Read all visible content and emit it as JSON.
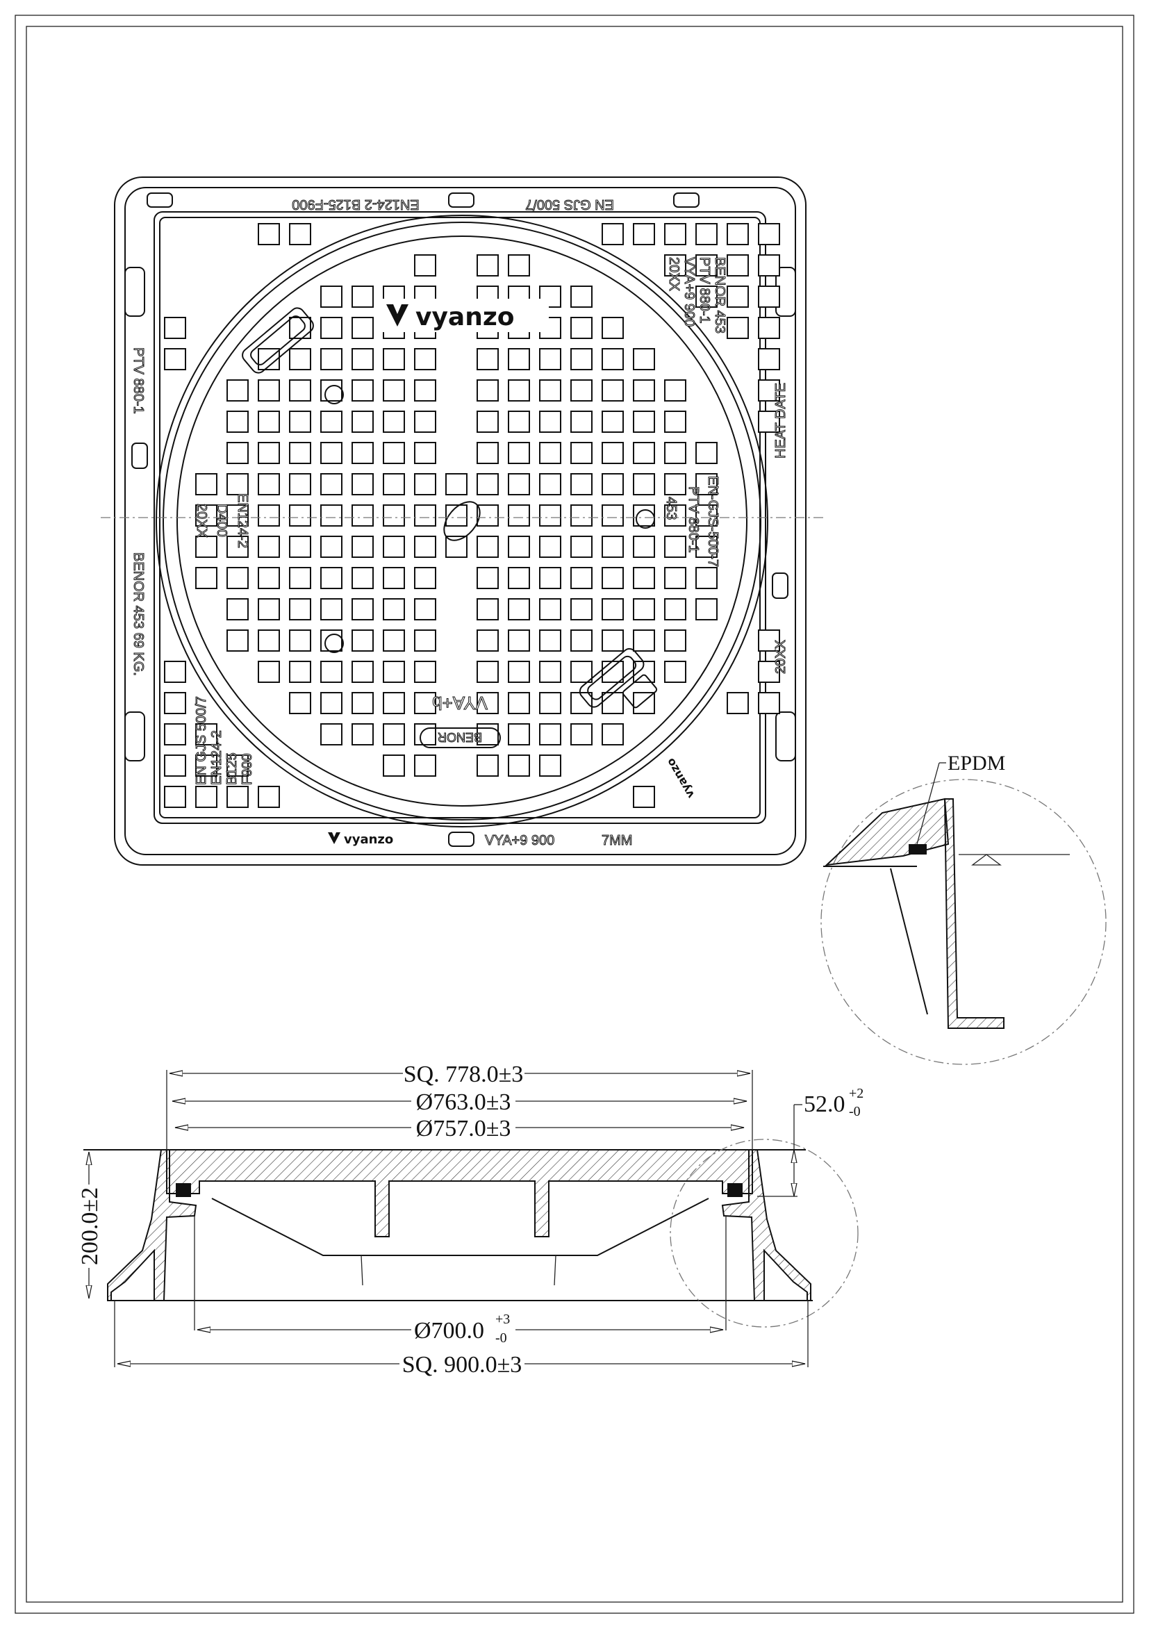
{
  "plan_view": {
    "top_strip": [
      "EN124-2 B125-F900",
      "EN GJS 500/7"
    ],
    "top_right_block": [
      "BENOR  453",
      "PTV  880-1",
      "VYA+9 900",
      "20XX"
    ],
    "left_strip": [
      "PTV 880-1",
      "BENOR  453  69 KG."
    ],
    "right_strip": [
      "HEAT DATE",
      "20XX"
    ],
    "center_left": [
      "EN124-2",
      "D400",
      "20XX"
    ],
    "center_right": [
      "EN-GJS-500-7",
      "PTV 880-1",
      "453"
    ],
    "center_bottom_mark": "VYA+b",
    "badge": "BENOR",
    "bottom_left_block": [
      "EN GJS 500/7",
      "EN124-2",
      "B125",
      "F900"
    ],
    "logo": "vyanzo",
    "bottom_strip": [
      "vyanzo",
      "VYA+9 900",
      "7MM"
    ],
    "corner_logo": "vyanzo"
  },
  "detail": {
    "label": "EPDM"
  },
  "section_view": {
    "dims": {
      "sq_top": "SQ. 778.0±3",
      "dia_763": "Ø763.0±3",
      "dia_757": "Ø757.0±3",
      "height_52": "52.0",
      "height_52_tol_upper": "+2",
      "height_52_tol_lower": "-0",
      "height_200": "200.0±2",
      "dia_700": "Ø700.0",
      "dia_700_tol_upper": "+3",
      "dia_700_tol_lower": "-0",
      "sq_bottom": "SQ. 900.0±3"
    }
  }
}
